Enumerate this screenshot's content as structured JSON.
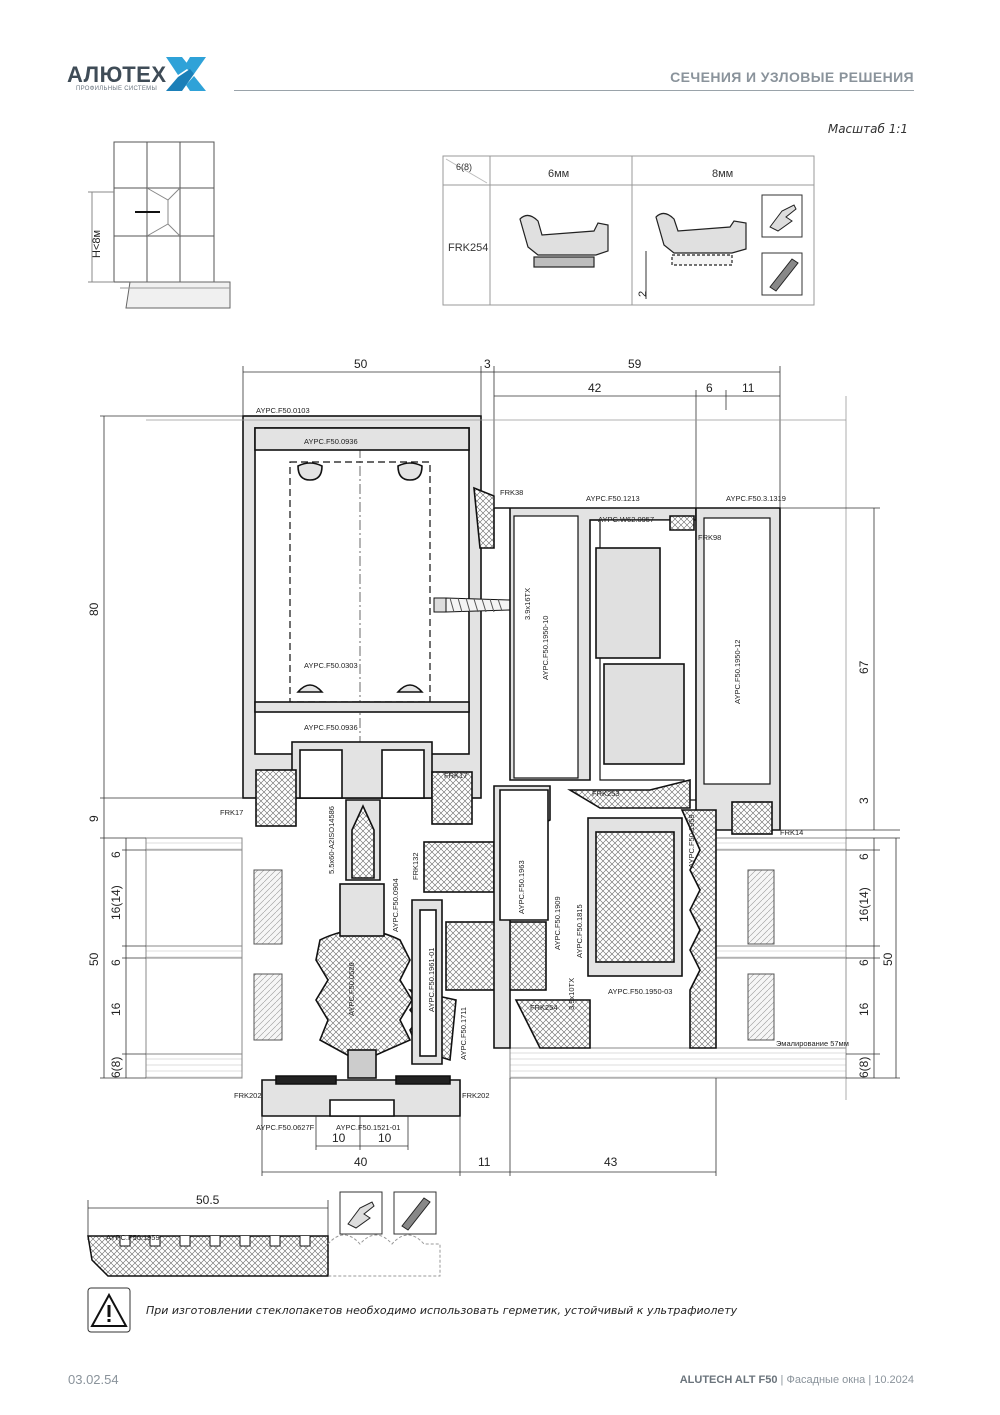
{
  "header": {
    "brand": "АЛЮТЕХ",
    "brand_sub": "ПРОФИЛЬНЫЕ СИСТЕМЫ",
    "title": "СЕЧЕНИЯ И УЗЛОВЫЕ РЕШЕНИЯ",
    "scale": "Масштаб 1:1"
  },
  "elevation": {
    "height_label": "H<8м"
  },
  "gasket_table": {
    "col_header": "6(8)",
    "col_6": "6мм",
    "col_8": "8мм",
    "row_label": "FRK254",
    "dim": "2"
  },
  "dimensions": {
    "top": [
      "50",
      "3",
      "59",
      "42",
      "6",
      "11"
    ],
    "left": [
      "80",
      "9",
      "6",
      "16(14)",
      "50",
      "6",
      "16",
      "6(8)"
    ],
    "right": [
      "67",
      "3",
      "6",
      "16(14)",
      "6",
      "16",
      "6(8)",
      "50"
    ],
    "bottom": [
      "10",
      "10",
      "40",
      "11",
      "43"
    ],
    "seal_width": "50.5"
  },
  "labels": {
    "mullion": "AYPC.F50.0103",
    "insert_top": "AYPC.F50.0936",
    "insert_mid": "AYPC.F50.0303",
    "insert_bot": "AYPC.F50.0936",
    "frk38": "FRK38",
    "frame": "AYPC.F50.1213",
    "w62": "AYPC.W62.0957",
    "frk98": "FRK98",
    "sash": "AYPC.F50.3.1319",
    "screw1": "3.9x16TX",
    "insul1": "AYPC.F50.1950-10",
    "insul2": "AYPC.F50.1950-12",
    "frk17_left": "FRK17",
    "frk17_right": "FRK17",
    "frk253": "FRK253",
    "frk14": "FRK14",
    "bolt": "5.5x60-A2ISO14586",
    "p0904": "AYPC.F50.0904",
    "frk132": "FRK132",
    "p1963": "AYPC.F50.1963",
    "p1909": "AYPC.F50.1909",
    "p1815": "AYPC.F50.1815",
    "p1959_a": "AYPC.F50.1959",
    "p1950_03": "AYPC.F50.1950-03",
    "p0526": "AYPC.F50.0526",
    "p1961": "AYPC.F50.1961-01",
    "p1711": "AYPC.F50.1711",
    "frk254": "FRK254",
    "screw2": "3.9x10TX",
    "glazing": "Эмалирование 57мм",
    "frk202_left": "FRK202",
    "frk202_right": "FRK202",
    "p0627": "AYPC.F50.0627F",
    "p1521": "AYPC.F50.1521-01",
    "seal_profile": "AYPC.F50.1959"
  },
  "note": "При изготовлении стеклопакетов необходимо использовать герметик, устойчивый к ультрафиолету",
  "footer": {
    "page": "03.02.54",
    "product": "ALUTECH ALT F50",
    "section": " | Фасадные окна | 10.2024"
  },
  "colors": {
    "profile_fill": "#e3e3e3",
    "line": "#1a1a1a",
    "gasket": "#c8c8c8",
    "logo_blue": "#2fa2d8",
    "logo_dark": "#3f4c57"
  }
}
